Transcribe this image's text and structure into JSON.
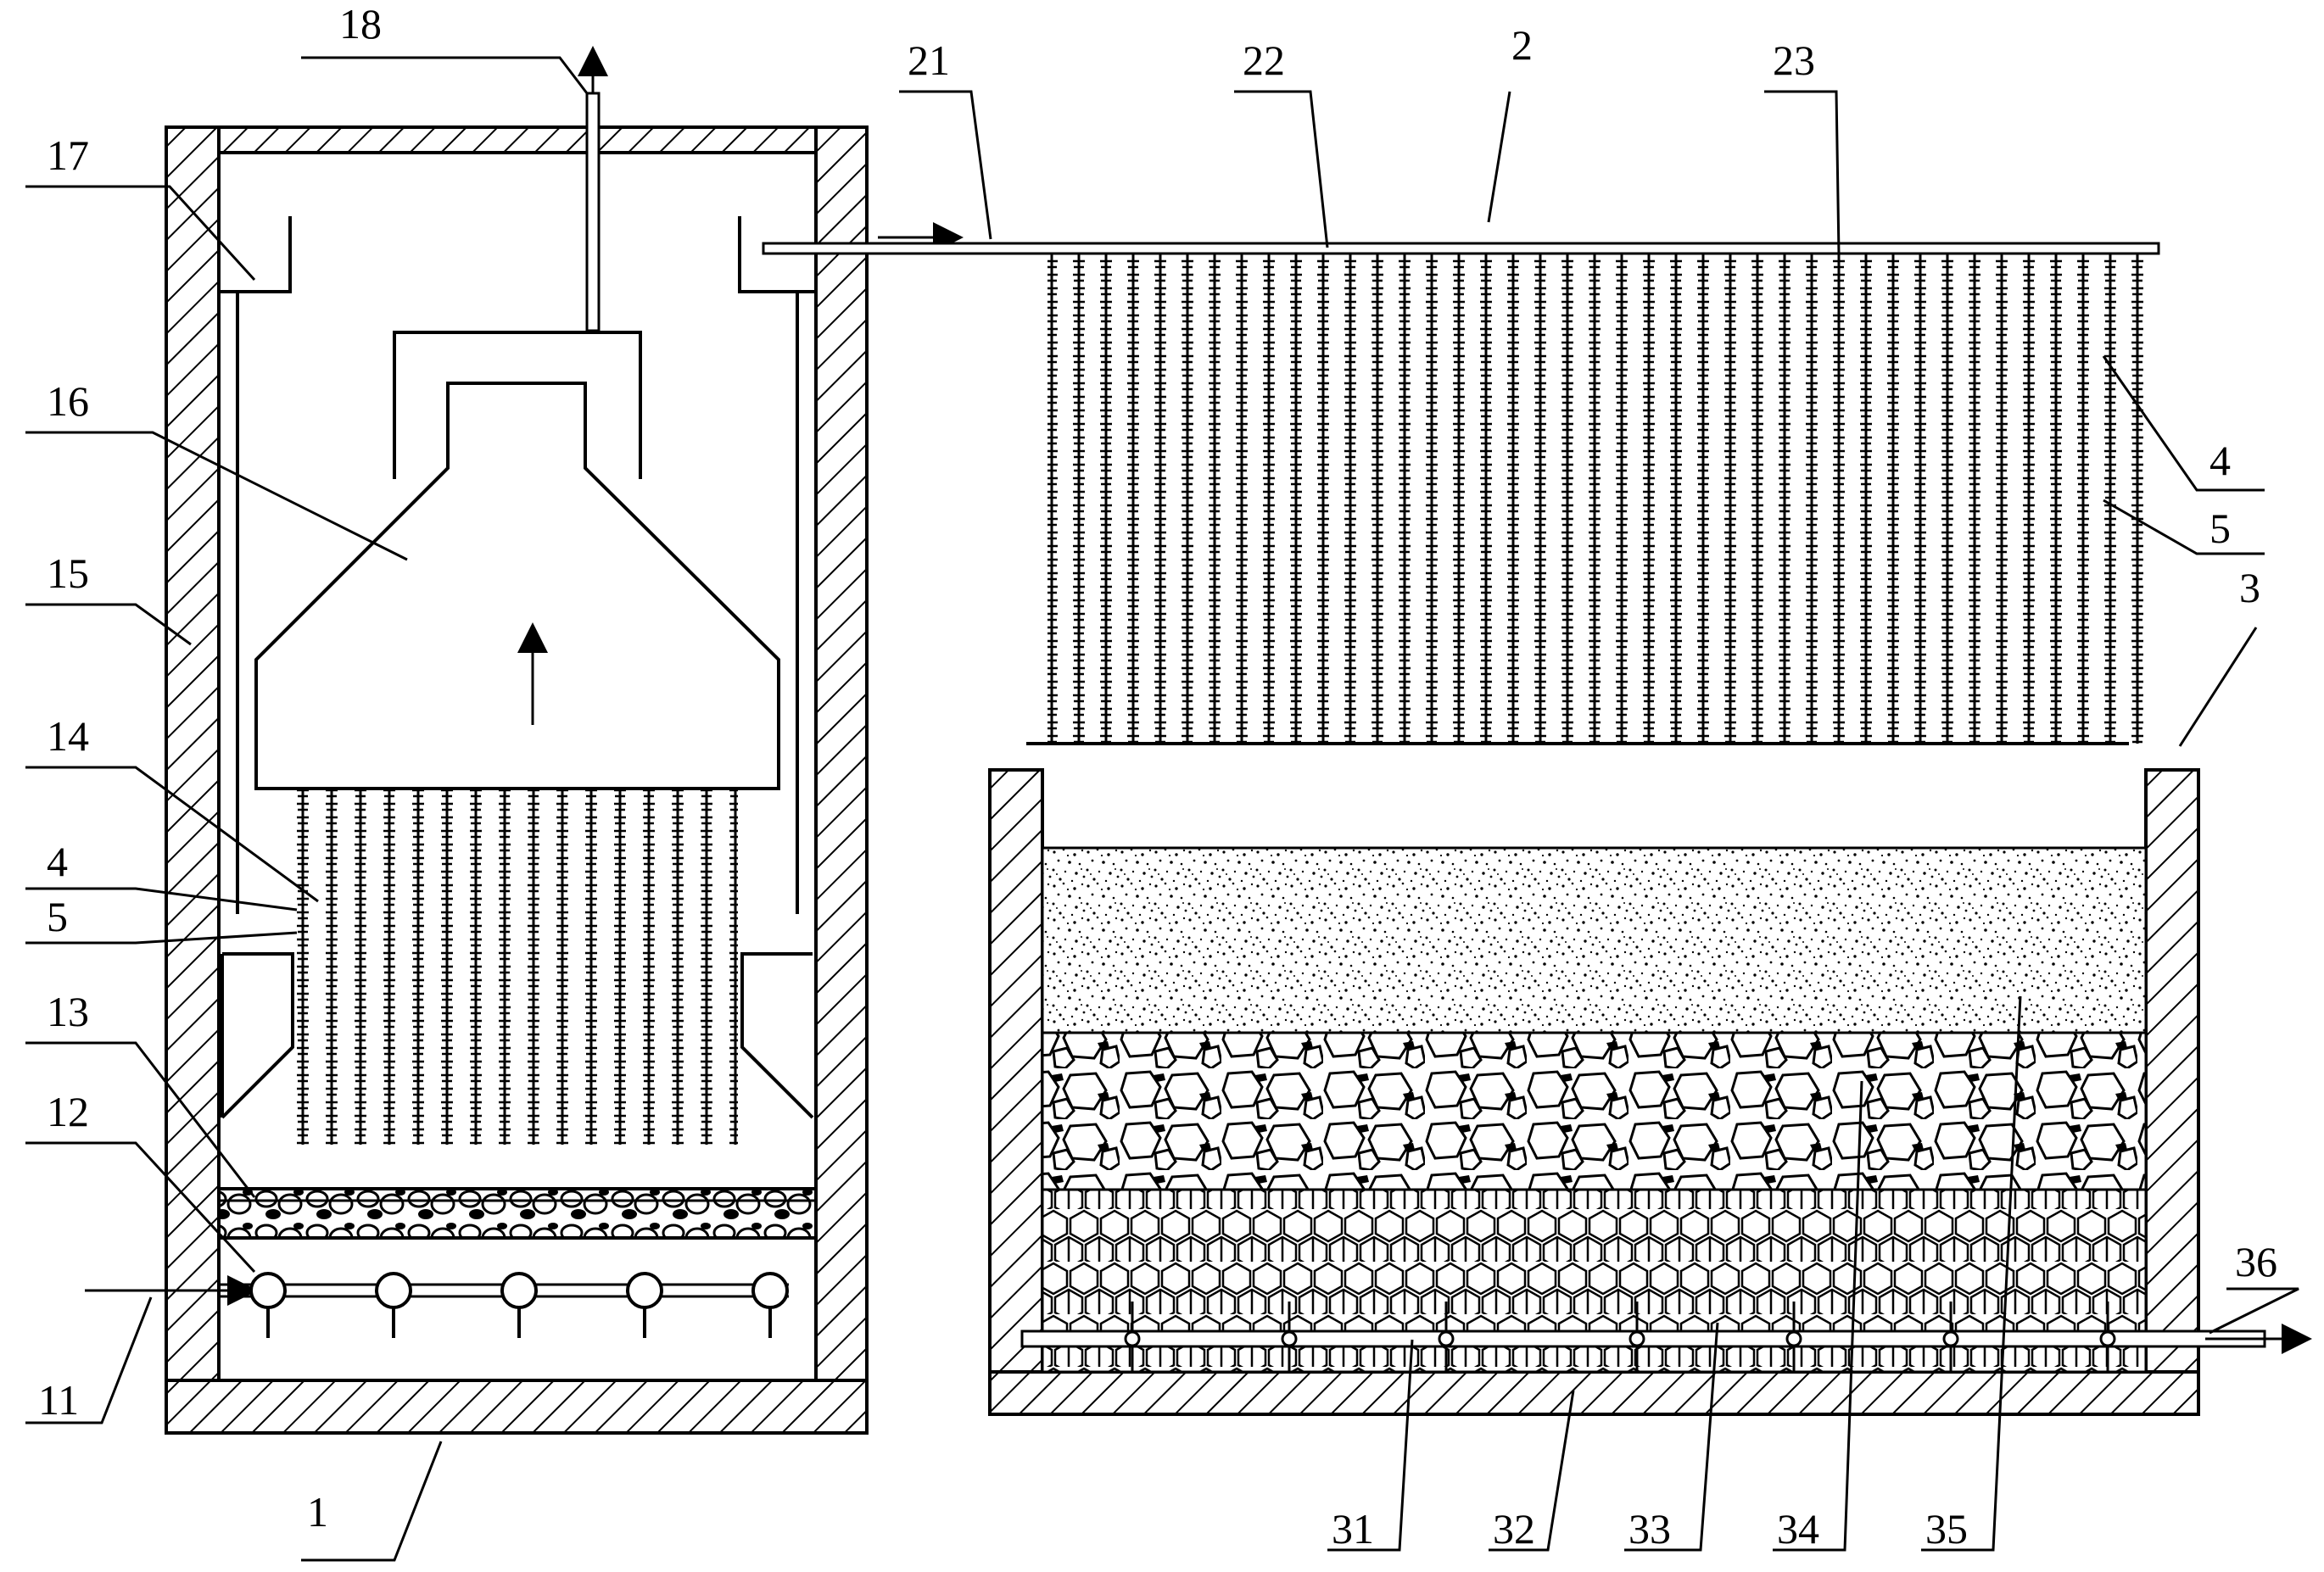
{
  "labels": {
    "l1": "1",
    "l2": "2",
    "l3": "3",
    "l4": "4",
    "l5": "5",
    "l11": "11",
    "l12": "12",
    "l13": "13",
    "l14": "14",
    "l15": "15",
    "l16": "16",
    "l17": "17",
    "l18": "18",
    "l21": "21",
    "l22": "22",
    "l23": "23",
    "l31": "31",
    "l32": "32",
    "l33": "33",
    "l34": "34",
    "l35": "35",
    "l36": "36",
    "l4b": "4",
    "l5b": "5"
  },
  "colors": {
    "ink": "#000000",
    "paper": "#ffffff"
  },
  "components": {
    "reactor_tank": "1",
    "spray_unit": "2",
    "filter_tank": "3",
    "fiber_fill": "4",
    "fiber_bundle": "5"
  }
}
